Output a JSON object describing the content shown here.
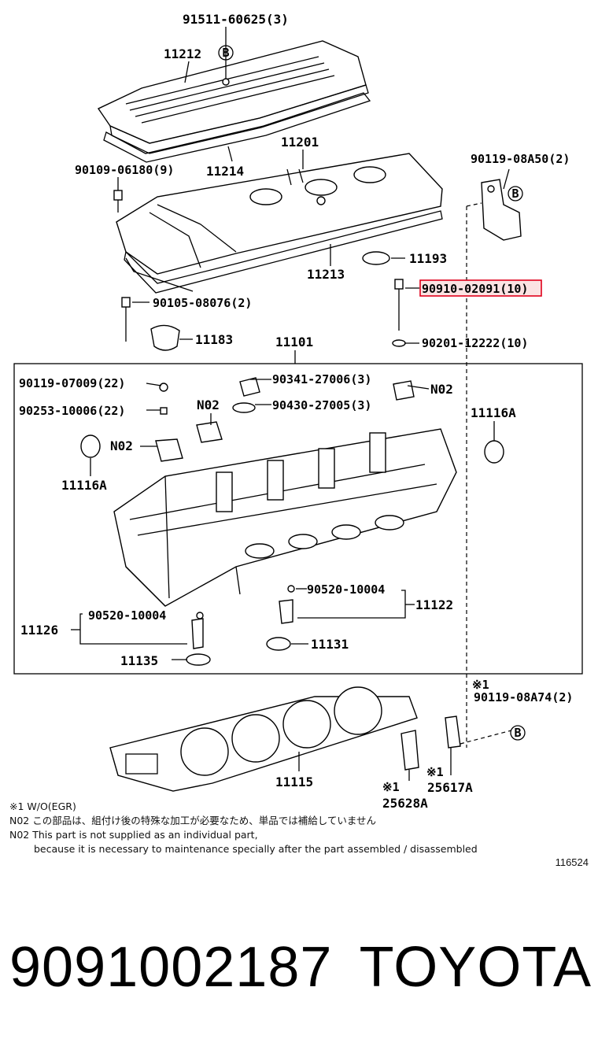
{
  "parts": {
    "p91511": "91511-60625(3)",
    "p11212": "11212",
    "p11214": "11214",
    "p11201": "11201",
    "p90109": "90109-06180(9)",
    "p90119_a50": "90119-08A50(2)",
    "p11193": "11193",
    "p11213": "11213",
    "p90910": "90910-02091(10)",
    "p90105": "90105-08076(2)",
    "p11183": "11183",
    "p11101": "11101",
    "p90201": "90201-12222(10)",
    "p90119_009": "90119-07009(22)",
    "p90341": "90341-27006(3)",
    "n02_a": "N02",
    "p90253": "90253-10006(22)",
    "n02_b": "N02",
    "p90430": "90430-27005(3)",
    "p11116a_r": "11116A",
    "n02_c": "N02",
    "p11116a_l": "11116A",
    "p90520_r": "90520-10004",
    "p11122": "11122",
    "p90520_l": "90520-10004",
    "p11126": "11126",
    "p11131": "11131",
    "p11135": "11135",
    "mark_a74": "※1",
    "p90119_a74": "90119-08A74(2)",
    "p11115": "11115",
    "mark_617": "※1",
    "p25617a": "25617A",
    "mark_628": "※1",
    "p25628a": "25628A"
  },
  "callout_b": "B",
  "highlight_color": "#e0001b",
  "notes": [
    "※1 W/O(EGR)",
    "N02 この部品は、組付け後の特殊な加工が必要なため、単品では補給していません",
    "N02 This part is not supplied as an individual part,",
    "because it is necessary to maintenance specially after the part assembled / disassembled"
  ],
  "diagram_id": "116524",
  "footer": {
    "part_number": "9091002187",
    "brand": "TOYOTA"
  }
}
